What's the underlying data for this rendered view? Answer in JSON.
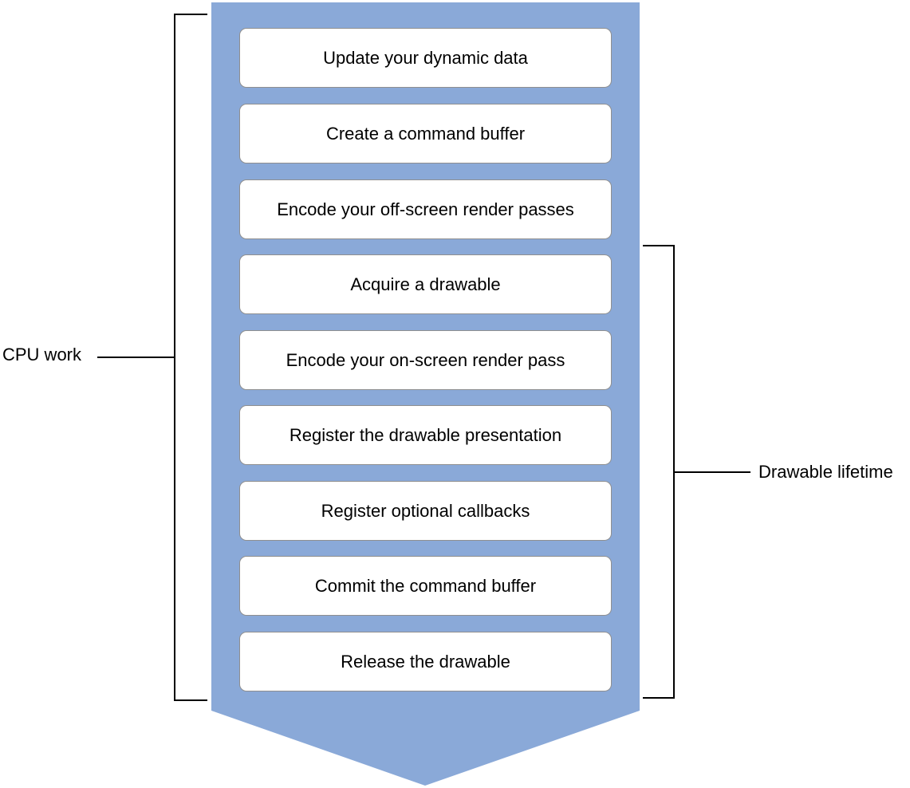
{
  "diagram": {
    "colors": {
      "arrow_fill": "#8aa9d8",
      "box_fill": "#ffffff",
      "box_border": "#8f8f8f",
      "bracket_line": "#000000",
      "text": "#000000"
    },
    "steps": [
      "Update your dynamic data",
      "Create a command buffer",
      "Encode your off-screen render passes",
      "Acquire a drawable",
      "Encode your on-screen render pass",
      "Register the drawable presentation",
      "Register optional callbacks",
      "Commit the command buffer",
      "Release the drawable"
    ],
    "brackets": {
      "cpu_work": {
        "label": "CPU work",
        "first_step": 1,
        "last_step": 9
      },
      "drawable_lifetime": {
        "label": "Drawable lifetime",
        "first_step": 4,
        "last_step": 9
      }
    }
  }
}
